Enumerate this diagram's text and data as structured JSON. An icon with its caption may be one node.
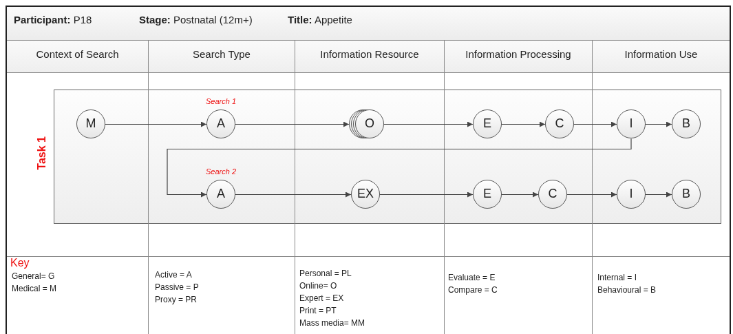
{
  "diagram": {
    "nodes": [
      {
        "text": [
          "Task 1"
        ]
      },
      {
        "text": [
          "M"
        ],
        "in": 0
      },
      {
        "text": [
          "A"
        ],
        "in": 0,
        "beside": [
          "Search 1"
        ]
      },
      {
        "text": [
          "O"
        ],
        "in": 0
      },
      {
        "text": [
          "E"
        ],
        "in": 0
      },
      {
        "text": [
          "C"
        ],
        "in": 0
      },
      {
        "text": [
          "I"
        ],
        "in": 0
      },
      {
        "text": [
          "B"
        ],
        "in": 0
      },
      {
        "text": [
          "A"
        ],
        "in": 0,
        "beside": [
          "Search 2"
        ]
      },
      {
        "text": [
          "EX"
        ],
        "in": 0
      },
      {
        "text": [
          "E"
        ],
        "in": 0
      },
      {
        "text": [
          "C"
        ],
        "in": 0
      },
      {
        "text": [
          "I"
        ],
        "in": 0
      },
      {
        "text": [
          "B"
        ],
        "in": 0
      }
    ],
    "edges": [
      {
        "from": 1,
        "to": 2,
        "arrow": "to"
      },
      {
        "from": 2,
        "to": 3,
        "arrow": "to"
      },
      {
        "from": 3,
        "to": 4,
        "arrow": "to"
      },
      {
        "from": 4,
        "to": 5,
        "arrow": "to"
      },
      {
        "from": 5,
        "to": 6,
        "arrow": "to"
      },
      {
        "from": 6,
        "to": 7,
        "arrow": "to"
      },
      {
        "from": 6,
        "to": 8,
        "arrow": "to"
      },
      {
        "from": 8,
        "to": 9,
        "arrow": "to"
      },
      {
        "from": 9,
        "to": 10,
        "arrow": "to"
      },
      {
        "from": 10,
        "to": 11,
        "arrow": "to"
      },
      {
        "from": 11,
        "to": 12,
        "arrow": "to"
      },
      {
        "from": 12,
        "to": 13,
        "arrow": "to"
      }
    ],
    "labels": [
      "**Participant:** P18",
      "**Stage:** Postnatal (12m+)",
      "**Title:** Appetite",
      "Context of Search",
      "Search Type",
      "Information Resource",
      "Information Processing",
      "Information Use",
      "Key",
      "General= G",
      "Medical = M",
      "Active = A",
      "Passive = P",
      "Proxy = PR",
      "Personal = PL",
      "Online= O",
      "Expert = EX",
      "Print = PT",
      "Mass media= MM",
      "Evaluate = E",
      "Compare = C",
      "Internal = I",
      "Behavioural = B"
    ]
  }
}
